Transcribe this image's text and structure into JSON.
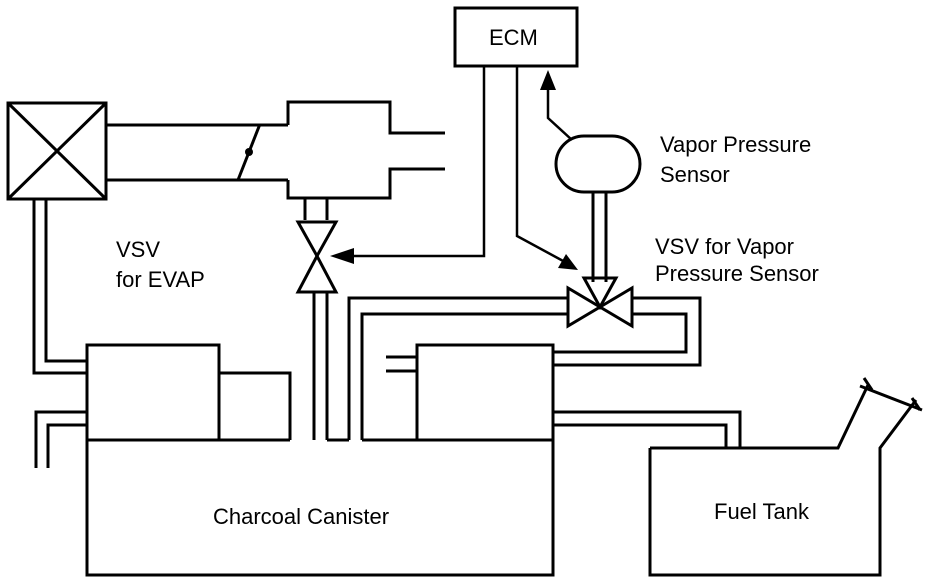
{
  "labels": {
    "ecm": "ECM",
    "vapor_pressure_sensor_line1": "Vapor Pressure",
    "vapor_pressure_sensor_line2": "Sensor",
    "vsv_evap_line1": "VSV",
    "vsv_evap_line2": "for EVAP",
    "vsv_vapor_line1": "VSV for Vapor",
    "vsv_vapor_line2": "Pressure Sensor",
    "charcoal_canister": "Charcoal Canister",
    "fuel_tank": "Fuel Tank"
  }
}
